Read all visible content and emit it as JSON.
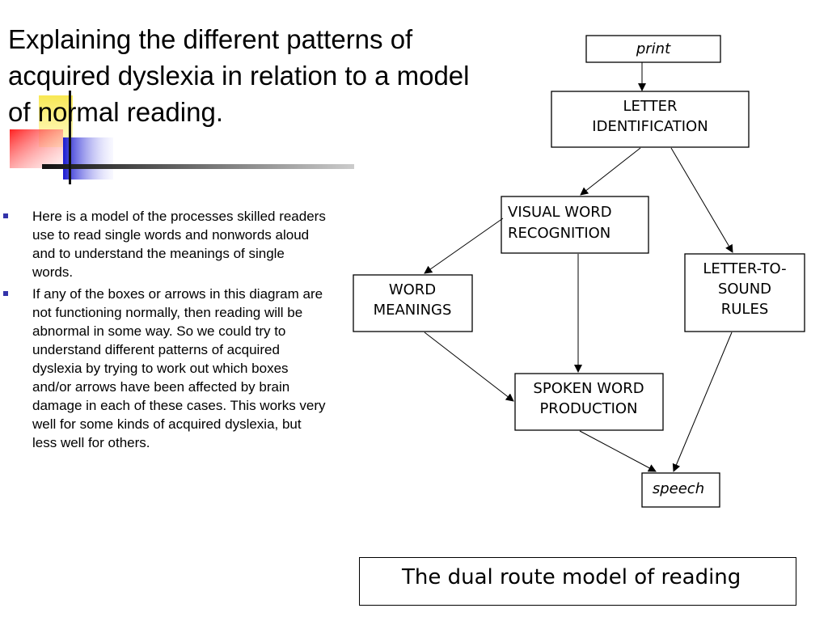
{
  "title": "Explaining the different patterns of acquired dyslexia in relation to a model of normal reading.",
  "bullets": [
    "Here is a model of the processes skilled readers use to read single words and nonwords aloud and to understand the meanings of single words.",
    "If any of the boxes or arrows in this diagram are not functioning normally, then reading will be abnormal in some way. So we could try to understand different patterns of acquired dyslexia by trying to work out which boxes and/or arrows have been affected by brain damage in each of these cases. This works very well for some kinds of acquired dyslexia, but less well for others."
  ],
  "diagram": {
    "print": "print",
    "letter_identification": [
      "LETTER",
      "IDENTIFICATION"
    ],
    "visual_word_recognition": [
      "VISUAL  WORD",
      "RECOGNITION"
    ],
    "word_meanings": [
      "WORD",
      "MEANINGS"
    ],
    "letter_to_sound_rules": [
      "LETTER-TO-",
      "SOUND",
      "RULES"
    ],
    "spoken_word_production": [
      "SPOKEN WORD",
      "PRODUCTION"
    ],
    "speech": "speech",
    "caption": "The dual route model of reading"
  },
  "colors": {
    "deco_yellow": "#f7e64a",
    "deco_red": "#ff3a3a",
    "deco_blue": "#2a2ad6",
    "bullet_marker": "#3333aa"
  }
}
